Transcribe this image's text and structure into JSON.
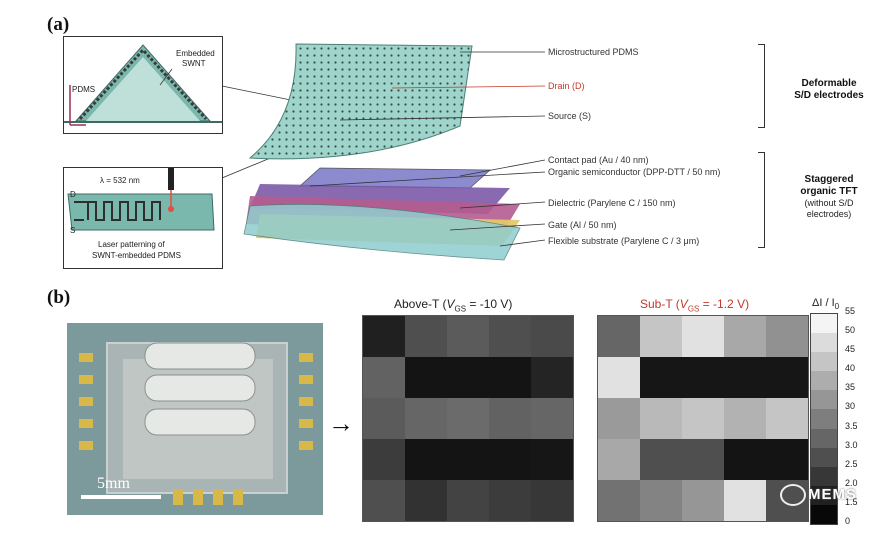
{
  "panel_a": {
    "label": "(a)",
    "inset_top": {
      "embedded_label": "Embedded",
      "swnt_label": "SWNT",
      "pdms_label": "PDMS"
    },
    "inset_bottom": {
      "lambda_label": "λ = 532 nm",
      "d_label": "D",
      "s_label": "S",
      "caption_line1": "Laser patterning of",
      "caption_line2": "SWNT-embedded PDMS"
    },
    "layers": [
      {
        "text": "Microstructured PDMS"
      },
      {
        "text": "Drain (D)",
        "highlight": true
      },
      {
        "text": "Source (S)"
      },
      {
        "text": "Contact pad (Au / 40 nm)"
      },
      {
        "text": "Organic semiconductor  (DPP-DTT / 50 nm)"
      },
      {
        "text": "Dielectric (Parylene C / 150 nm)"
      },
      {
        "text": "Gate (Al / 50 nm)"
      },
      {
        "text": "Flexible substrate (Parylene C / 3 μm)"
      }
    ],
    "group1": {
      "line1": "Deformable",
      "line2": "S/D electrodes"
    },
    "group2": {
      "line1": "Staggered",
      "line2": "organic TFT",
      "line3": "(without S/D",
      "line4": "electrodes)"
    }
  },
  "panel_b": {
    "label": "(b)",
    "scale_bar": "5mm",
    "arrow": "→",
    "heatmap1": {
      "prefix": "Above-T (",
      "var": "V",
      "sub": "GS",
      "suffix": " = -10 V)"
    },
    "heatmap2": {
      "prefix": "Sub-T (",
      "var": "V",
      "sub": "GS",
      "suffix": " = -1.2 V)"
    },
    "colorbar": {
      "title_main": "ΔI / I",
      "title_sub": "0",
      "ticks": [
        "55",
        "50",
        "45",
        "40",
        "35",
        "30",
        "3.5",
        "3.0",
        "2.5",
        "2.0",
        "1.5",
        "0"
      ]
    },
    "watermark": "MEMS",
    "colors": {
      "dark": "#0d0d0d",
      "light": "#f2f2f2"
    }
  },
  "chart_data": [
    {
      "type": "heatmap",
      "title": "Above-T (VGS = -10 V)",
      "rows": 5,
      "cols": 5,
      "gray_levels": [
        [
          0.1,
          0.3,
          0.35,
          0.3,
          0.28
        ],
        [
          0.38,
          0.05,
          0.05,
          0.05,
          0.12
        ],
        [
          0.35,
          0.4,
          0.42,
          0.38,
          0.4
        ],
        [
          0.22,
          0.05,
          0.05,
          0.05,
          0.06
        ],
        [
          0.3,
          0.18,
          0.25,
          0.22,
          0.2
        ]
      ]
    },
    {
      "type": "heatmap",
      "title": "Sub-T (VGS = -1.2 V)",
      "rows": 5,
      "cols": 5,
      "gray_levels": [
        [
          0.4,
          0.8,
          0.92,
          0.68,
          0.58
        ],
        [
          0.92,
          0.06,
          0.06,
          0.06,
          0.06
        ],
        [
          0.62,
          0.75,
          0.8,
          0.72,
          0.8
        ],
        [
          0.68,
          0.3,
          0.3,
          0.05,
          0.05
        ],
        [
          0.45,
          0.52,
          0.6,
          0.92,
          0.3
        ]
      ]
    }
  ]
}
